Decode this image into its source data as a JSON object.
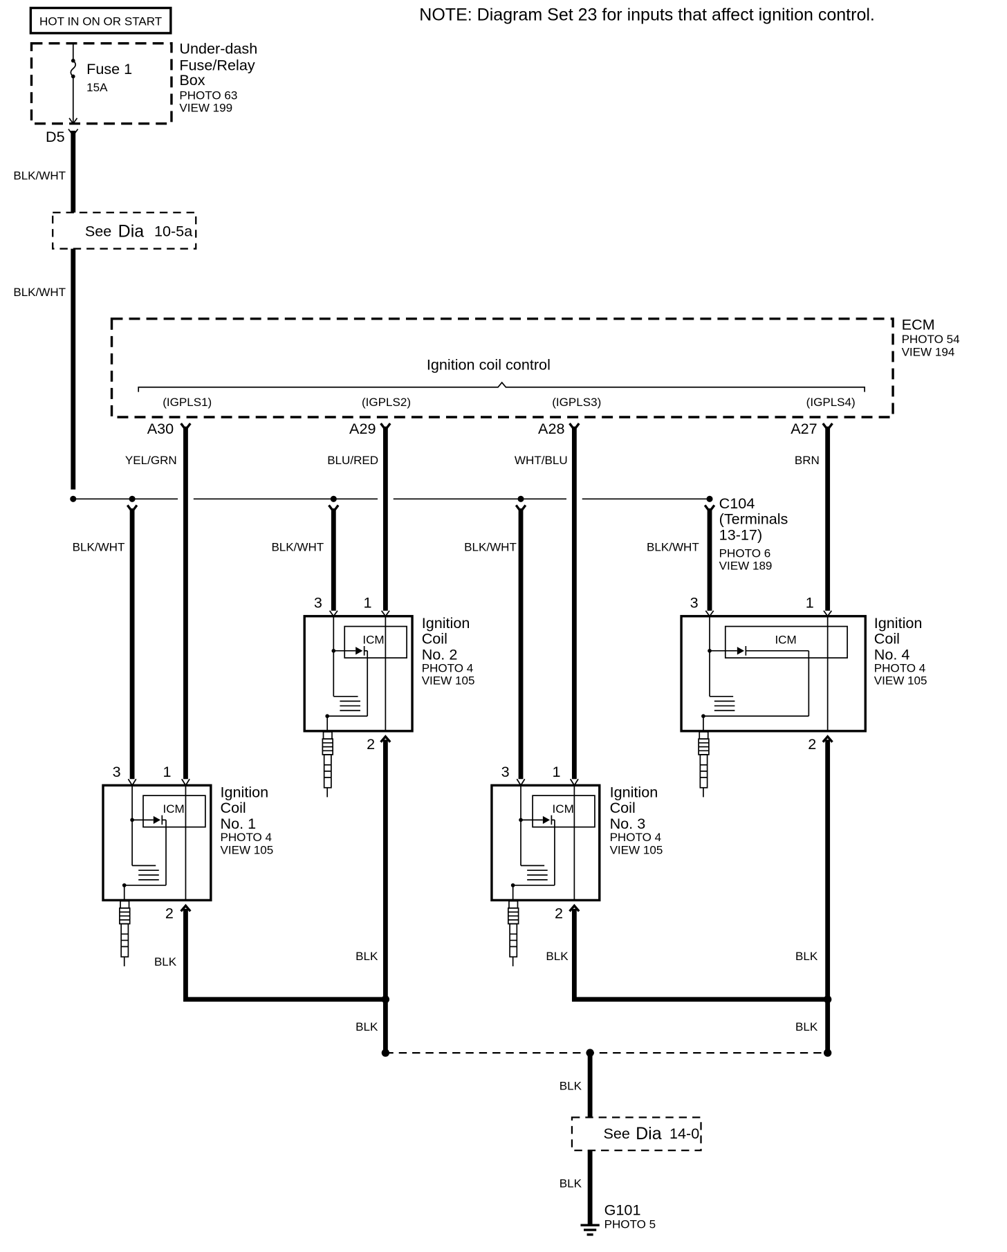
{
  "header": {
    "power_label": "HOT IN ON OR START",
    "note": "NOTE: Diagram Set 23 for inputs that affect ignition control."
  },
  "fuse_box": {
    "fuse_name": "Fuse 1",
    "fuse_rating": "15A",
    "name_lines": [
      "Under-dash",
      "Fuse/Relay",
      "Box"
    ],
    "photo": "PHOTO 63",
    "view": "VIEW 199",
    "terminal": "D5"
  },
  "wires": {
    "supply_upper": "BLK/WHT",
    "supply_lower": "BLK/WHT",
    "drop_1": "BLK/WHT",
    "drop_2": "BLK/WHT",
    "drop_3": "BLK/WHT",
    "drop_4": "BLK/WHT",
    "a30": "YEL/GRN",
    "a29": "BLU/RED",
    "a28": "WHT/BLU",
    "a27": "BRN",
    "gnd_1": "BLK",
    "gnd_2": "BLK",
    "gnd_3": "BLK",
    "gnd_4": "BLK",
    "gnd_2b": "BLK",
    "gnd_4b": "BLK",
    "gnd_main_a": "BLK",
    "gnd_main_b": "BLK"
  },
  "refs": {
    "upper": {
      "see": "See",
      "dia": "Dia",
      "num": "10-5a"
    },
    "lower": {
      "see": "See",
      "dia": "Dia",
      "num": "14-0"
    }
  },
  "ecm": {
    "name": "ECM",
    "photo": "PHOTO 54",
    "view": "VIEW 194",
    "function": "Ignition coil control",
    "signals": [
      "(IGPLS1)",
      "(IGPLS2)",
      "(IGPLS3)",
      "(IGPLS4)"
    ],
    "pins": [
      "A30",
      "A29",
      "A28",
      "A27"
    ]
  },
  "connector": {
    "name": "C104",
    "terminals_lines": [
      "(Terminals",
      "13-17)"
    ],
    "photo": "PHOTO 6",
    "view": "VIEW 189"
  },
  "coils": [
    {
      "lines": [
        "Ignition",
        "Coil",
        "No. 1"
      ],
      "photo": "PHOTO 4",
      "view": "VIEW 105",
      "icm": "ICM",
      "pin_a": "3",
      "pin_b": "1",
      "pin_c": "2"
    },
    {
      "lines": [
        "Ignition",
        "Coil",
        "No. 2"
      ],
      "photo": "PHOTO 4",
      "view": "VIEW 105",
      "icm": "ICM",
      "pin_a": "3",
      "pin_b": "1",
      "pin_c": "2"
    },
    {
      "lines": [
        "Ignition",
        "Coil",
        "No. 3"
      ],
      "photo": "PHOTO 4",
      "view": "VIEW 105",
      "icm": "ICM",
      "pin_a": "3",
      "pin_b": "1",
      "pin_c": "2"
    },
    {
      "lines": [
        "Ignition",
        "Coil",
        "No. 4"
      ],
      "photo": "PHOTO 4",
      "view": "VIEW 105",
      "icm": "ICM",
      "pin_a": "3",
      "pin_b": "1",
      "pin_c": "2"
    }
  ],
  "ground": {
    "name": "G101",
    "photo": "PHOTO 5"
  }
}
